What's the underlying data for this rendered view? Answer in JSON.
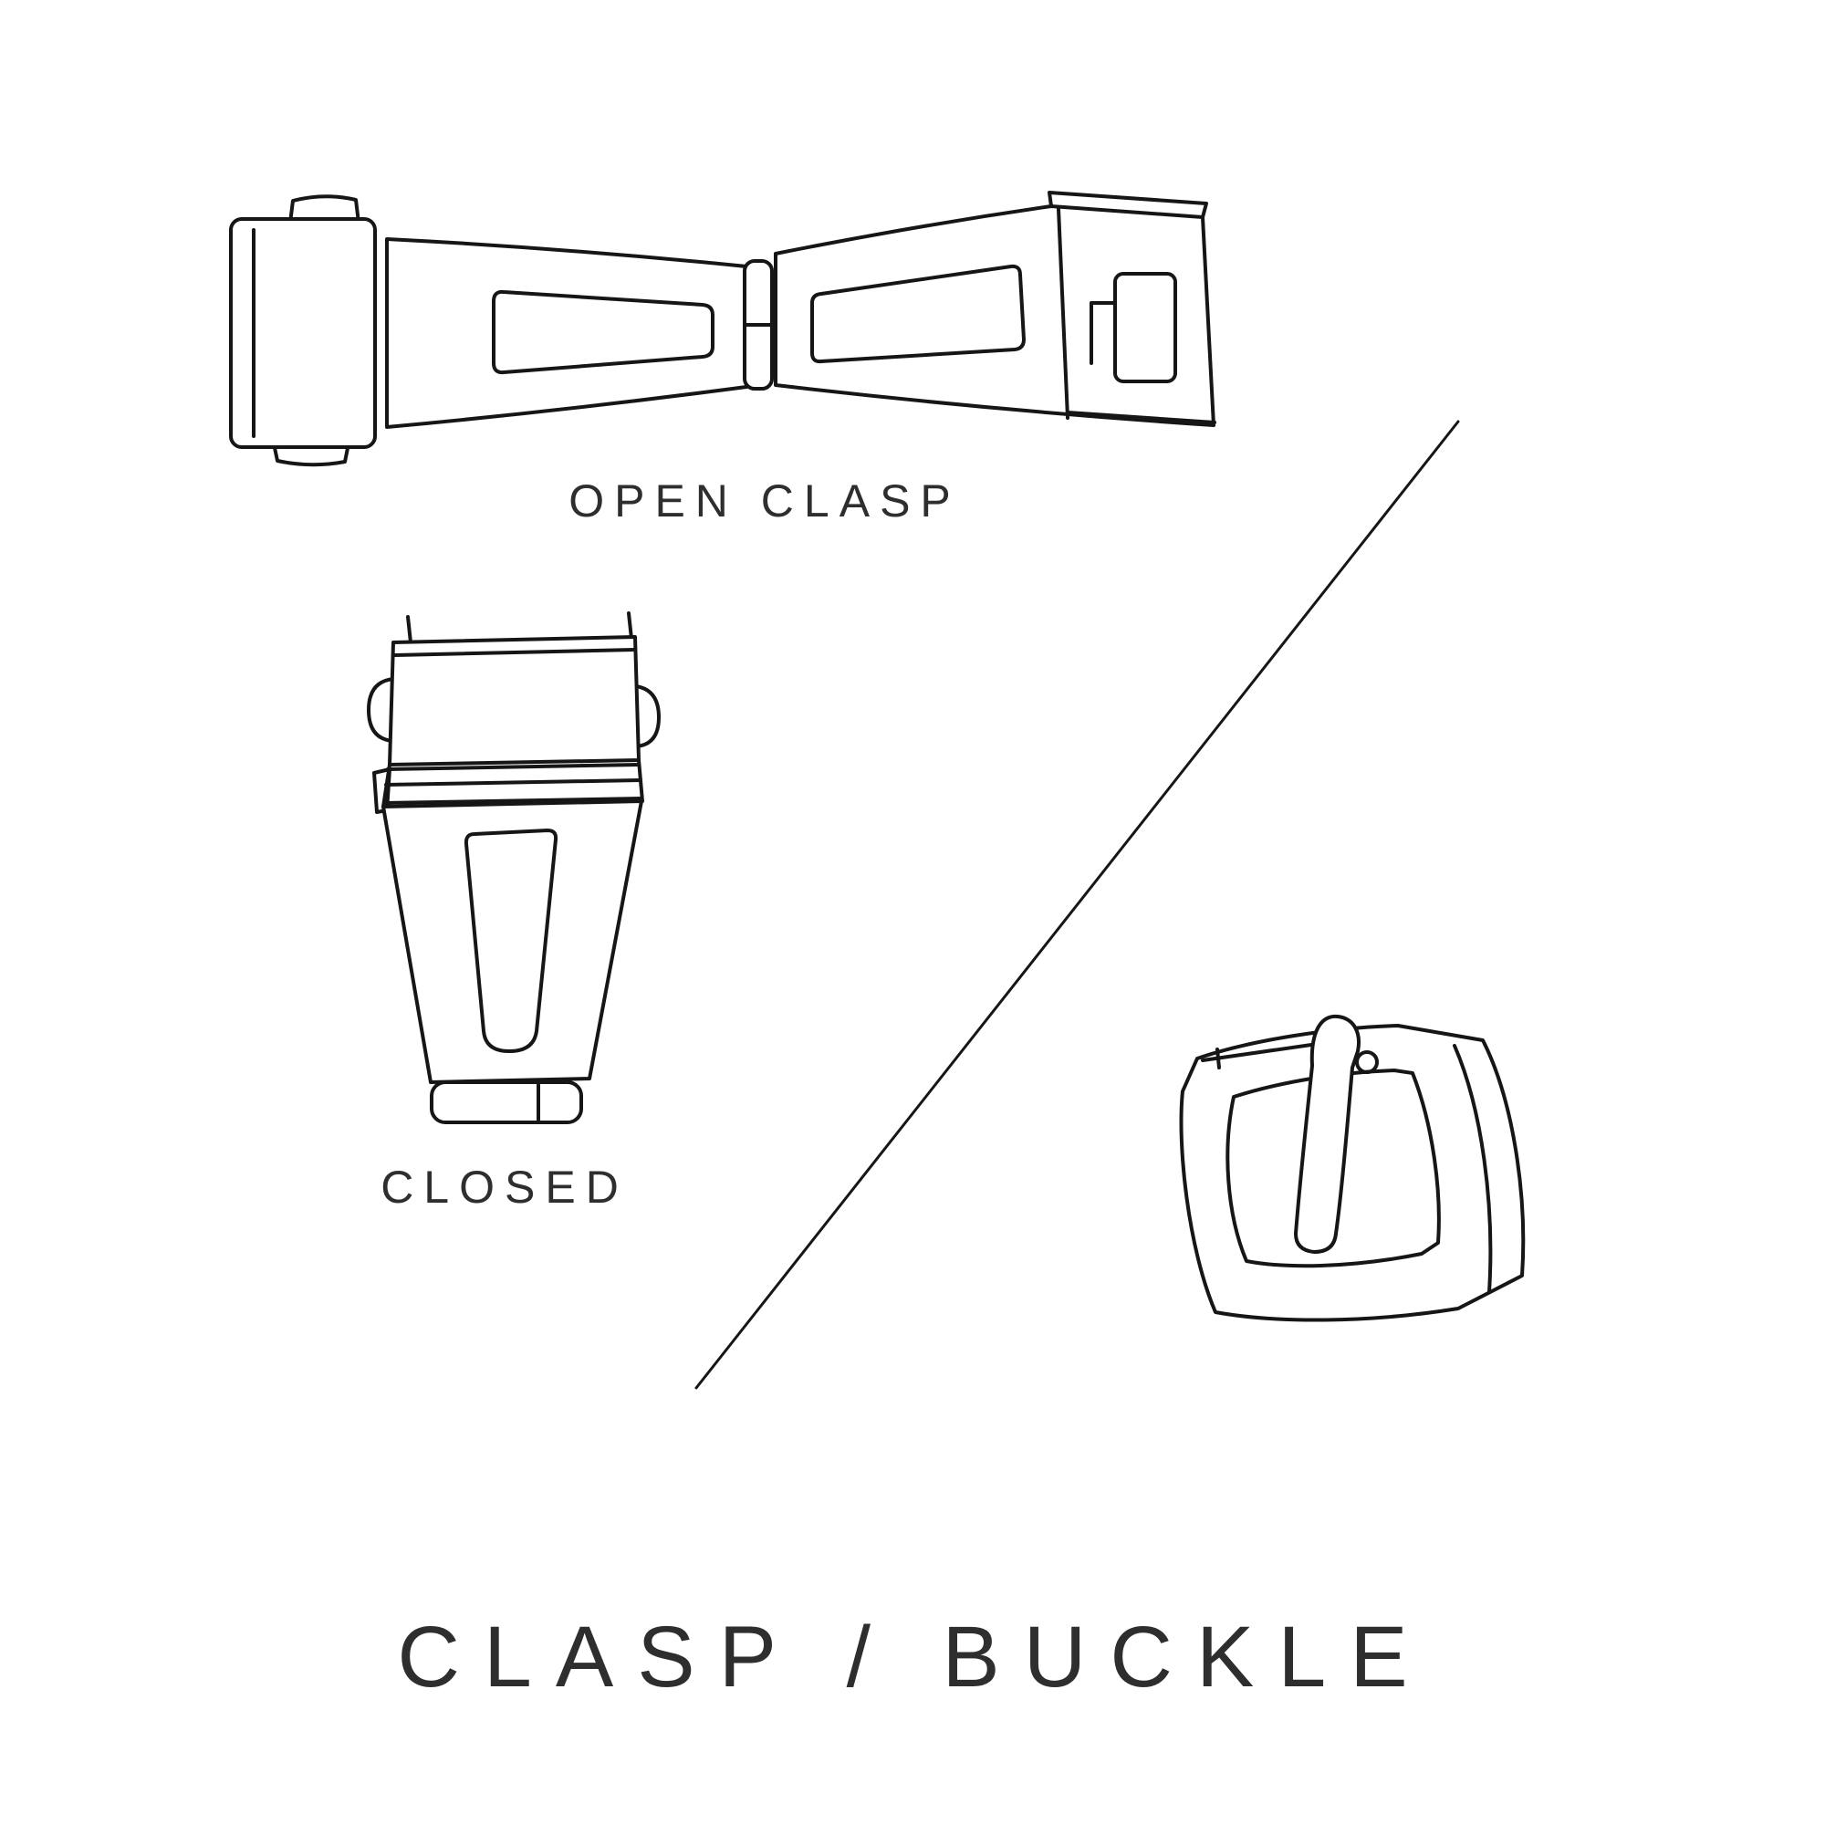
{
  "page": {
    "background_color": "#ffffff",
    "line_color": "#161616",
    "text_color": "#2e2e2e"
  },
  "diagram": {
    "title": "CLASP / BUCKLE",
    "sections": {
      "open_clasp": {
        "label": "OPEN CLASP",
        "icon": "open-clasp-illustration"
      },
      "closed_clasp": {
        "label": "CLOSED",
        "icon": "closed-clasp-illustration"
      },
      "buckle": {
        "label": "",
        "icon": "buckle-illustration"
      }
    },
    "divider": {
      "icon": "diagonal-divider-line"
    }
  }
}
